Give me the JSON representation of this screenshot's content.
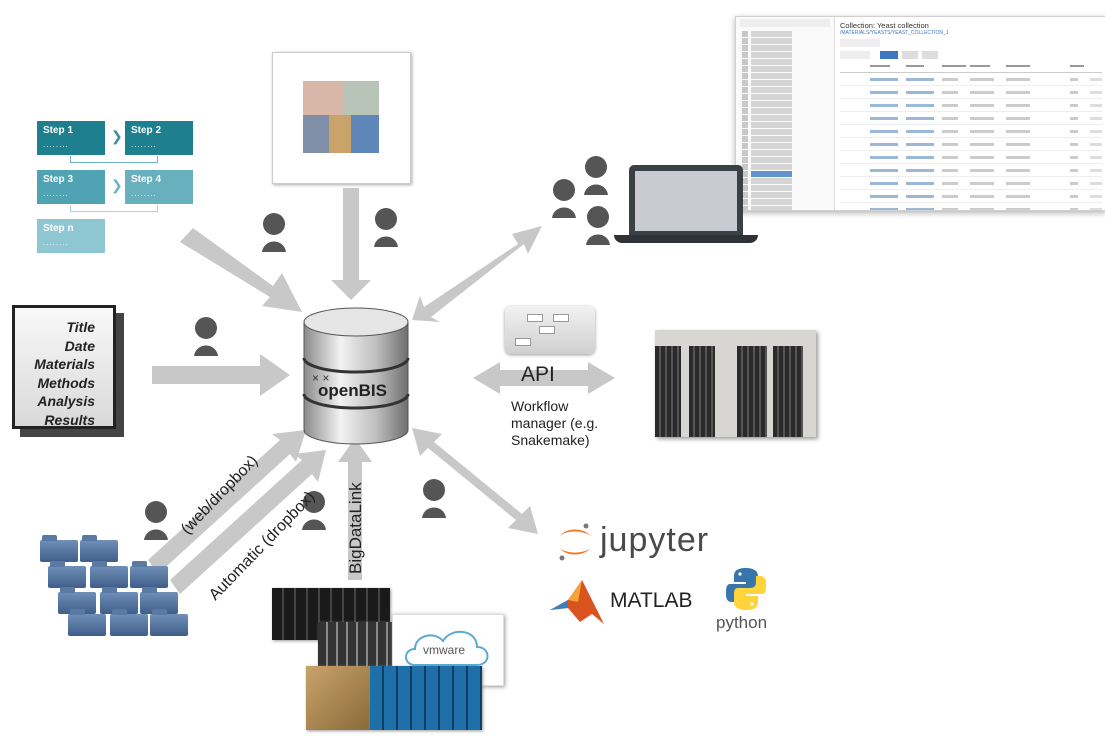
{
  "steps": [
    {
      "label": "Step 1",
      "dots": "........"
    },
    {
      "label": "Step 2",
      "dots": "........"
    },
    {
      "label": "Step 3",
      "dots": "........"
    },
    {
      "label": "Step 4",
      "dots": "........"
    },
    {
      "label": "Step n",
      "dots": "........"
    }
  ],
  "document": {
    "lines": [
      "Title",
      "Date",
      "Materials",
      "Methods",
      "Analysis",
      "Results"
    ]
  },
  "hub": {
    "label": "openBIS",
    "dots": "× ×"
  },
  "api": {
    "label": "API",
    "workflow_label": "Workflow manager (e.g. Snakemake)"
  },
  "labels": {
    "web_dropbox": "(web/dropbox)",
    "automatic_dropbox": "Automatic (dropbox)",
    "bigdatalink": "BigDataLink"
  },
  "screenshot": {
    "title": "Collection: Yeast collection",
    "subtitle": "/MATERIALS/YEASTS/YEAST_COLLECTION_1"
  },
  "infrastructure": {
    "vmware_label": "vmware"
  },
  "tools": {
    "jupyter": "jupyter",
    "matlab": "MATLAB",
    "python": "python"
  },
  "colors": {
    "arrow": "#c8c8c8",
    "person": "#555555",
    "step_dark": "#1e7f8f",
    "step_mid": "#4fa3b3",
    "step_light": "#8ec6d1"
  }
}
